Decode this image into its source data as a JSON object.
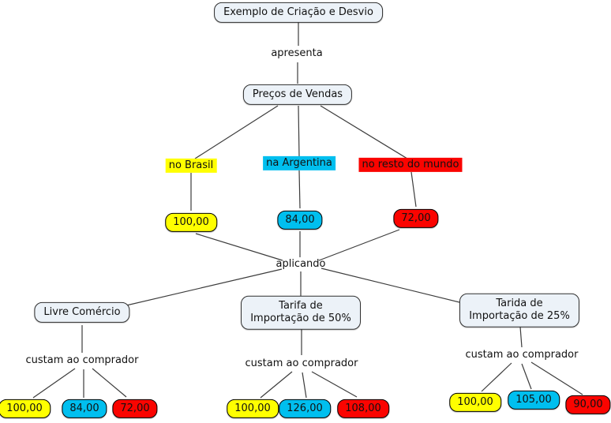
{
  "colors": {
    "yellow": "#ffff00",
    "cyan": "#00bfef",
    "red": "#fa0400",
    "node_fill": "#ecf2f8",
    "node_border": "#2f2f2f",
    "line": "#3c3c3c"
  },
  "map": {
    "root": "Exemplo de Criação e Desvio",
    "link_apresenta": "apresenta",
    "prices_node": "Preços de Vendas",
    "link_aplicando": "aplicando",
    "regions": [
      {
        "label": "no Brasil",
        "color": "yellow",
        "price": "100,00"
      },
      {
        "label": "na Argentina",
        "color": "cyan",
        "price": "84,00"
      },
      {
        "label": "no resto do mundo",
        "color": "red",
        "price": "72,00"
      }
    ],
    "scenarios": [
      {
        "label": "Livre Comércio",
        "connector": "custam ao comprador",
        "costs": [
          {
            "value": "100,00",
            "color": "yellow"
          },
          {
            "value": "84,00",
            "color": "cyan"
          },
          {
            "value": "72,00",
            "color": "red"
          }
        ]
      },
      {
        "label": "Tarifa de Importação de 50%",
        "connector": "custam ao comprador",
        "costs": [
          {
            "value": "100,00",
            "color": "yellow"
          },
          {
            "value": "126,00",
            "color": "cyan"
          },
          {
            "value": "108,00",
            "color": "red"
          }
        ]
      },
      {
        "label": "Tarida de Importação de 25%",
        "connector": "custam ao comprador",
        "costs": [
          {
            "value": "100,00",
            "color": "yellow"
          },
          {
            "value": "105,00",
            "color": "cyan"
          },
          {
            "value": "90,00",
            "color": "red"
          }
        ]
      }
    ]
  }
}
